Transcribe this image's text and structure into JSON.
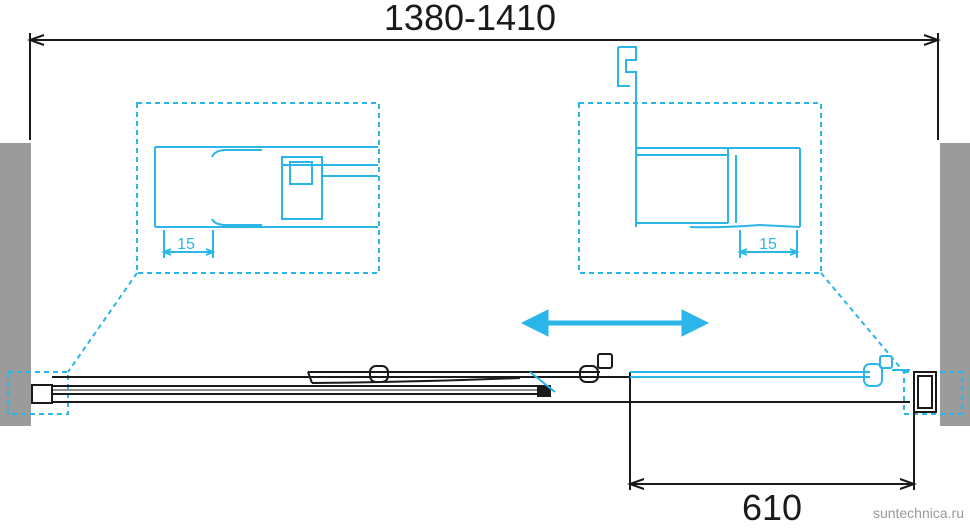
{
  "dimensions": {
    "total_width_label": "1380-1410",
    "opening_width_label": "610",
    "gap_left_label": "15",
    "gap_right_label": "15"
  },
  "watermark": "suntechnica.ru",
  "colors": {
    "profile": "#2bb5e8",
    "callout": "#2bb5e8",
    "arrow": "#2bb5e8",
    "wall": "#9b9b9b",
    "line": "#1a1a1a",
    "text": "#1a1a1a"
  },
  "icons": {
    "slide_direction": "double-arrow-icon"
  }
}
